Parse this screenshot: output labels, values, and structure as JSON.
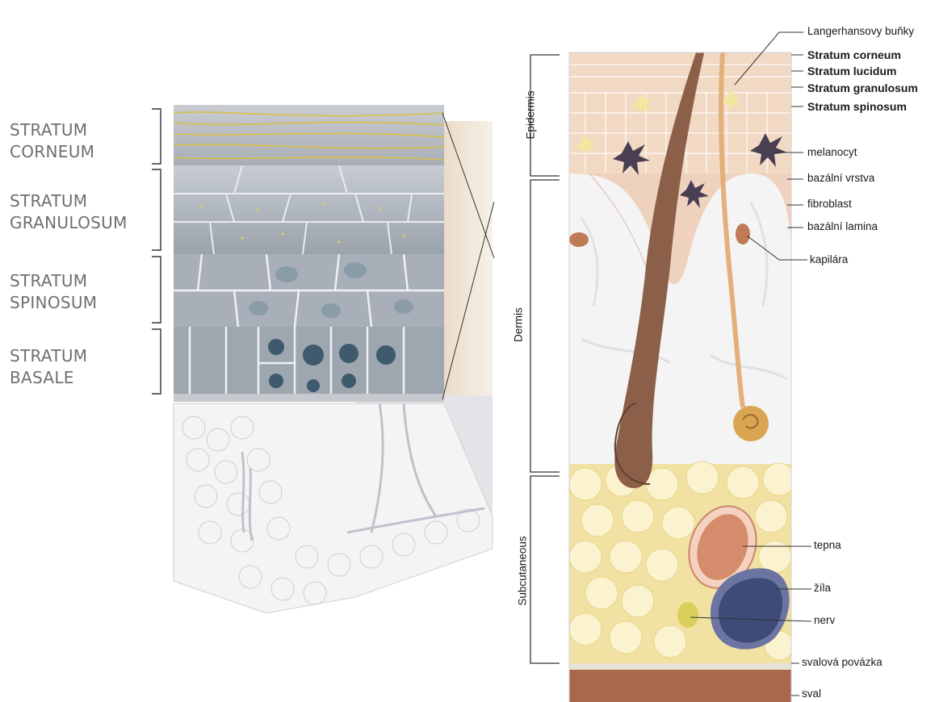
{
  "left_panel": {
    "layers": [
      {
        "id": "corneum",
        "label": "STRATUM\nCORNEUM"
      },
      {
        "id": "granulosum",
        "label": "STRATUM\nGRANULOSUM"
      },
      {
        "id": "spinosum",
        "label": "STRATUM\nSPINOSUM"
      },
      {
        "id": "basale",
        "label": "STRATUM\nBASALE"
      }
    ]
  },
  "right_panel": {
    "regions": [
      {
        "id": "epidermis",
        "label": "Epidermis"
      },
      {
        "id": "dermis",
        "label": "Dermis"
      },
      {
        "id": "subcutaneous",
        "label": "Subcutaneous"
      }
    ],
    "labels": [
      {
        "id": "langerhans",
        "text": "Langerhansovy buňky",
        "bold": false
      },
      {
        "id": "corneum",
        "text": "Stratum corneum",
        "bold": true
      },
      {
        "id": "lucidum",
        "text": "Stratum lucidum",
        "bold": true
      },
      {
        "id": "granulosum",
        "text": "Stratum granulosum",
        "bold": true
      },
      {
        "id": "spinosum",
        "text": "Stratum spinosum",
        "bold": true
      },
      {
        "id": "melanocyt",
        "text": "melanocyt",
        "bold": false
      },
      {
        "id": "bazalni-vrstva",
        "text": "bazální vrstva",
        "bold": false
      },
      {
        "id": "fibroblast",
        "text": "fibroblast",
        "bold": false
      },
      {
        "id": "bazalni-lamina",
        "text": "bazální lamina",
        "bold": false
      },
      {
        "id": "kapilara",
        "text": "kapilára",
        "bold": false
      },
      {
        "id": "tepna",
        "text": "tepna",
        "bold": false
      },
      {
        "id": "zila",
        "text": "žíla",
        "bold": false
      },
      {
        "id": "nerv",
        "text": "nerv",
        "bold": false
      },
      {
        "id": "svalova-povazka",
        "text": "svalová povázka",
        "bold": false
      },
      {
        "id": "sval",
        "text": "sval",
        "bold": false
      }
    ]
  },
  "colors": {
    "label_gray": "#6f6f6f",
    "epidermis": "#f2d9c4",
    "dermis": "#f3f3f3",
    "fat": "#f1e2a3",
    "muscle": "#a8684a",
    "artery": "#d98f70",
    "vein": "#3e4a78",
    "nerve": "#d9cf5a"
  }
}
